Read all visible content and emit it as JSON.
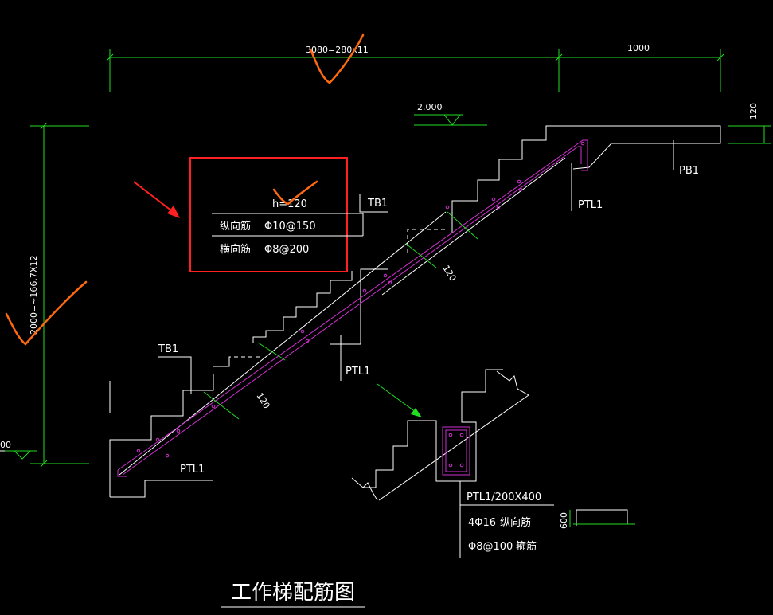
{
  "dims": {
    "top_run": "3080=280x11",
    "top_landing": "1000",
    "height_total": "2000=~166.7X12",
    "slab_thickness": "120",
    "waist_upper": "120",
    "waist_lower": "120",
    "level_upper": "2.000",
    "level_lower": "00",
    "detail_600": "600"
  },
  "labels": {
    "pb1": "PB1",
    "ptl1_upper": "PTL1",
    "ptl1_mid": "PTL1",
    "ptl1_lower": "PTL1",
    "tb1_upper": "TB1",
    "tb1_lower": "TB1"
  },
  "rebar_table": {
    "h": "h=120",
    "row1_name": "纵向筋",
    "row1_value": "Φ10@150",
    "row2_name": "横向筋",
    "row2_value": "Φ8@200"
  },
  "beam_detail": {
    "title": "PTL1/200X400",
    "longitudinal_value": "4Φ16",
    "longitudinal_name": "纵向筋",
    "stirrup_value": "Φ8@100",
    "stirrup_name": "箍筋"
  },
  "drawing_title": "工作梯配筋图",
  "colors": {
    "background": "#000000",
    "lines": "#ffffff",
    "dimensions": "#22dd22",
    "rebar": "#d030d0",
    "highlight_box": "#ff2020",
    "markup": "#ff6a10"
  }
}
